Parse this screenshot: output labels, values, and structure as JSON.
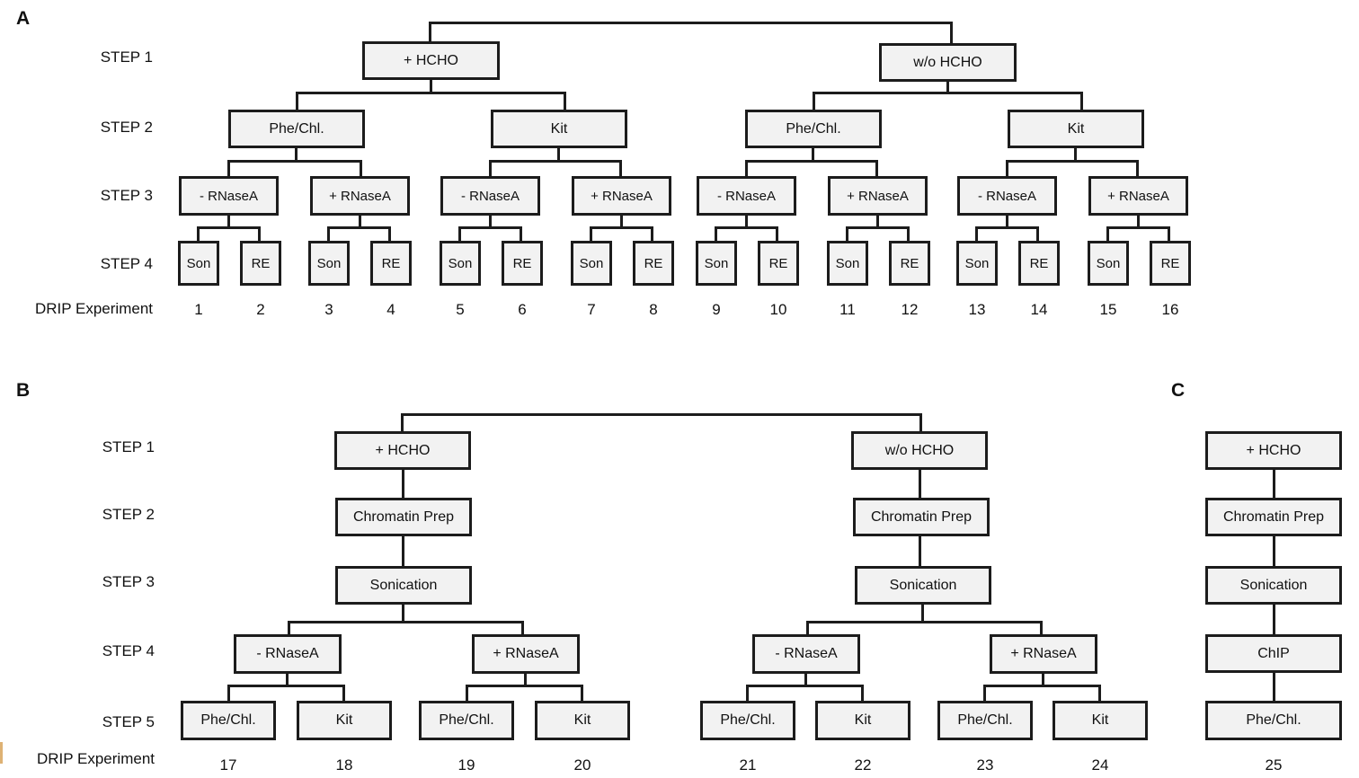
{
  "figure": {
    "panels": [
      {
        "id": "A",
        "letter": "A",
        "row_labels": [
          "STEP 1",
          "STEP 2",
          "STEP 3",
          "STEP 4",
          "DRIP Experiment"
        ],
        "step1": [
          "+ HCHO",
          "w/o HCHO"
        ],
        "step2": [
          "Phe/Chl.",
          "Kit",
          "Phe/Chl.",
          "Kit"
        ],
        "step3": [
          "- RNaseA",
          "+ RNaseA",
          "- RNaseA",
          "+ RNaseA",
          "- RNaseA",
          "+ RNaseA",
          "- RNaseA",
          "+ RNaseA"
        ],
        "step4": [
          "Son",
          "RE",
          "Son",
          "RE",
          "Son",
          "RE",
          "Son",
          "RE",
          "Son",
          "RE",
          "Son",
          "RE",
          "Son",
          "RE",
          "Son",
          "RE"
        ],
        "experiment_numbers": [
          "1",
          "2",
          "3",
          "4",
          "5",
          "6",
          "7",
          "8",
          "9",
          "10",
          "11",
          "12",
          "13",
          "14",
          "15",
          "16"
        ]
      },
      {
        "id": "B",
        "letter": "B",
        "row_labels": [
          "STEP 1",
          "STEP 2",
          "STEP 3",
          "STEP 4",
          "STEP 5",
          "DRIP Experiment"
        ],
        "step1": [
          "+ HCHO",
          "w/o HCHO"
        ],
        "step2": [
          "Chromatin Prep",
          "Chromatin Prep"
        ],
        "step3": [
          "Sonication",
          "Sonication"
        ],
        "step4": [
          "- RNaseA",
          "+ RNaseA",
          "- RNaseA",
          "+ RNaseA"
        ],
        "step5": [
          "Phe/Chl.",
          "Kit",
          "Phe/Chl.",
          "Kit",
          "Phe/Chl.",
          "Kit",
          "Phe/Chl.",
          "Kit"
        ],
        "experiment_numbers": [
          "17",
          "18",
          "19",
          "20",
          "21",
          "22",
          "23",
          "24"
        ]
      },
      {
        "id": "C",
        "letter": "C",
        "chain": [
          "+ HCHO",
          "Chromatin Prep",
          "Sonication",
          "ChIP",
          "Phe/Chl."
        ],
        "experiment_numbers": [
          "25"
        ]
      }
    ],
    "colors": {
      "box_fill": "#f2f2f2",
      "box_border": "#1c1c1c",
      "text": "#111111",
      "background": "#ffffff"
    }
  }
}
